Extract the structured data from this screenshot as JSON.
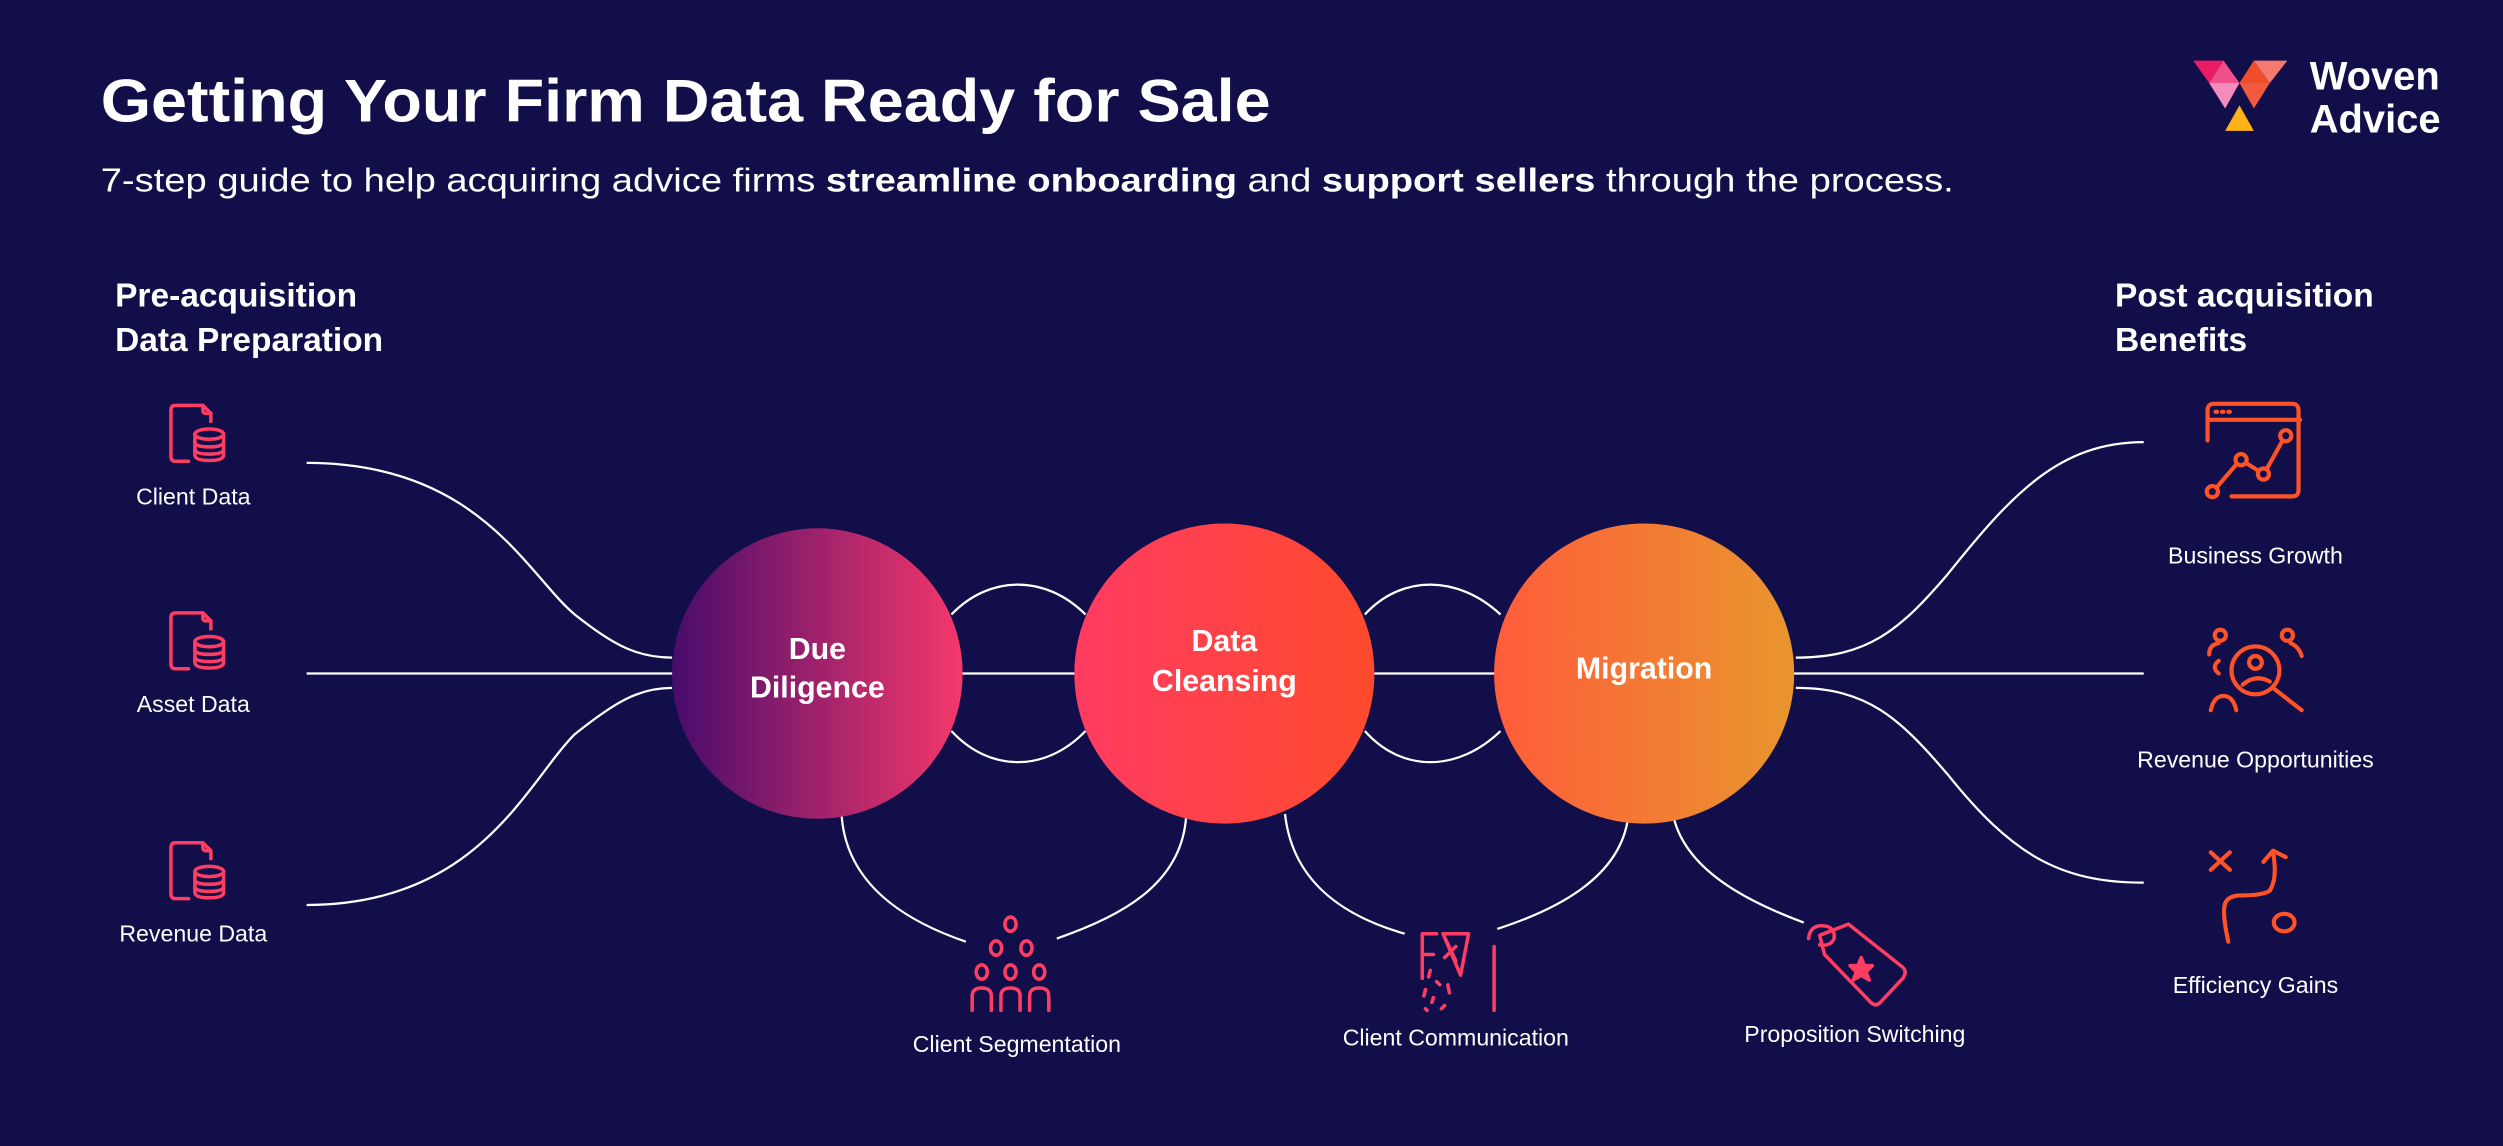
{
  "header": {
    "title": "Getting Your Firm Data Ready for Sale",
    "subtitle_parts": [
      "7-step guide to help acquiring advice firms ",
      "streamline onboarding",
      " and ",
      "support sellers",
      " through the process."
    ]
  },
  "logo": {
    "line1": "Woven",
    "line2": "Advice"
  },
  "left_section": {
    "heading_line1": "Pre-acquisition",
    "heading_line2": "Data Preparation",
    "items": [
      {
        "label": "Client Data",
        "icon": "document-database-icon"
      },
      {
        "label": "Asset Data",
        "icon": "document-database-icon"
      },
      {
        "label": "Revenue Data",
        "icon": "document-database-icon"
      }
    ]
  },
  "stages": [
    {
      "line1": "Due",
      "line2": "Diligence"
    },
    {
      "line1": "Data",
      "line2": "Cleansing"
    },
    {
      "line1": "Migration"
    }
  ],
  "sub_steps": [
    {
      "label": "Client Segmentation",
      "icon": "group-hierarchy-icon"
    },
    {
      "label": "Client Communication",
      "icon": "paper-plane-icon"
    },
    {
      "label": "Proposition Switching",
      "icon": "price-tag-star-icon"
    }
  ],
  "right_section": {
    "heading_line1": "Post acquisition",
    "heading_line2": "Benefits",
    "items": [
      {
        "label": "Business Growth",
        "icon": "growth-chart-icon"
      },
      {
        "label": "Revenue Opportunities",
        "icon": "people-search-icon"
      },
      {
        "label": "Efficiency Gains",
        "icon": "strategy-path-icon"
      }
    ]
  },
  "colors": {
    "background": "#120e4a",
    "pink_icon": "#ff3d62",
    "orange_icon": "#ff5226"
  }
}
